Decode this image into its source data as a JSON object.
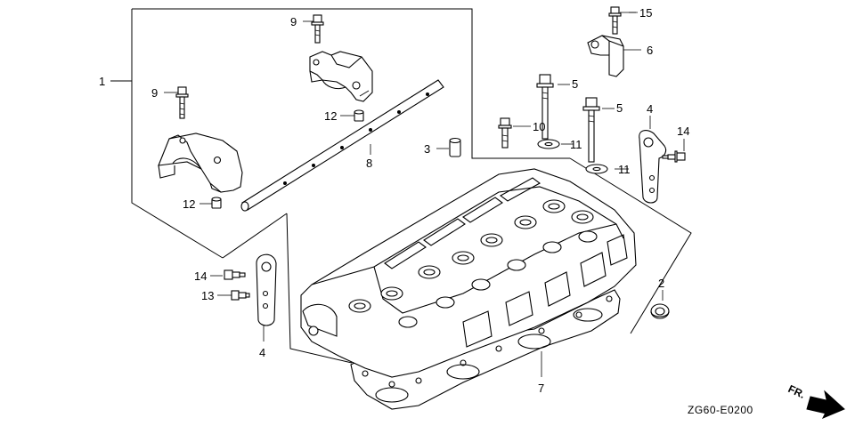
{
  "diagram": {
    "code": "ZG60-E0200",
    "direction_label": "FR.",
    "callouts": {
      "c1": "1",
      "c2": "2",
      "c3": "3",
      "c4a": "4",
      "c4b": "4",
      "c5a": "5",
      "c5b": "5",
      "c6": "6",
      "c7": "7",
      "c8": "8",
      "c9a": "9",
      "c9b": "9",
      "c10": "10",
      "c11a": "11",
      "c11b": "11",
      "c12a": "12",
      "c12b": "12",
      "c13": "13",
      "c14a": "14",
      "c14b": "14",
      "c15": "15"
    }
  }
}
